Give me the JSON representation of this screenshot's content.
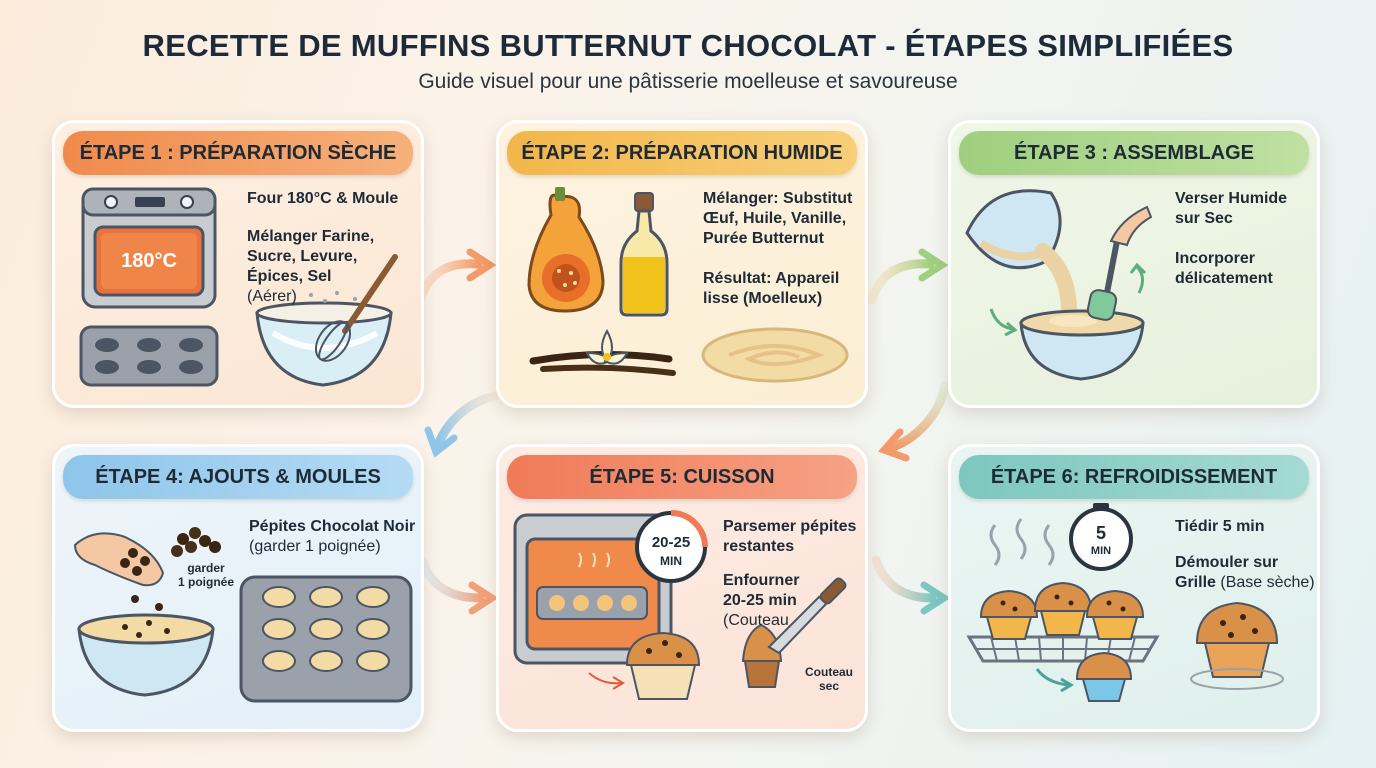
{
  "header": {
    "title": "RECETTE DE MUFFINS BUTTERNUT CHOCOLAT - ÉTAPES SIMPLIFIÉES",
    "subtitle": "Guide visuel pour une pâtisserie moelleuse et savoureuse"
  },
  "colors": {
    "step1": "#f08a4b",
    "step2": "#f2b64a",
    "step3": "#9fcf7e",
    "step4": "#8ec5ea",
    "step5": "#f07a58",
    "step6": "#7cc7bf"
  },
  "steps": [
    {
      "title": "ÉTAPE 1 : PRÉPARATION SÈCHE",
      "line1": "Four 180°C & Moule",
      "line2": "Mélanger Farine,",
      "line3": "Sucre, Levure,",
      "line4": "Épices, Sel",
      "line5": "(Aérer)",
      "oven_temp": "180°C",
      "icons": [
        "oven-icon",
        "muffin-tin-icon",
        "whisk-bowl-icon"
      ]
    },
    {
      "title": "ÉTAPE 2: PRÉPARATION HUMIDE",
      "line1": "Mélanger: Substitut",
      "line2": "Œuf, Huile, Vanille,",
      "line3": "Purée Butternut",
      "line4": "Résultat: Appareil",
      "line5": "lisse (Moelleux)",
      "icons": [
        "butternut-icon",
        "oil-bottle-icon",
        "vanilla-icon",
        "batter-icon"
      ]
    },
    {
      "title": "ÉTAPE 3 : ASSEMBLAGE",
      "line1": "Verser Humide",
      "line2": "sur Sec",
      "line3": "Incorporer",
      "line4": "délicatement",
      "icons": [
        "pouring-bowl-icon",
        "spatula-icon",
        "mixing-bowl-icon"
      ]
    },
    {
      "title": "ÉTAPE 4: AJOUTS & MOULES",
      "line1": "Pépites Chocolat Noir",
      "line2": "(garder 1 poignée)",
      "note1": "garder",
      "note2": "1 poignée",
      "icons": [
        "hand-chocolate-icon",
        "chocolate-chips-icon",
        "batter-bowl-icon",
        "filled-muffin-tin-icon"
      ]
    },
    {
      "title": "ÉTAPE 5: CUISSON",
      "line1": "Parsemer pépites",
      "line2": "restantes",
      "line3": "Enfourner",
      "line4": "20-25 min",
      "line5": "(Couteau",
      "timer": "20-25",
      "timer_unit": "MIN",
      "knife_note1": "Couteau",
      "knife_note2": "sec",
      "icons": [
        "oven-baking-icon",
        "timer-icon",
        "muffin-icon",
        "knife-icon"
      ]
    },
    {
      "title": "ÉTAPE 6: REFROIDISSEMENT",
      "line1": "Tiédir 5 min",
      "line2": "Démouler sur",
      "line3": "Grille",
      "line3b": "(Base sèche)",
      "timer": "5",
      "timer_unit": "MIN",
      "icons": [
        "timer-icon",
        "cooling-rack-icon",
        "muffin-icon"
      ]
    }
  ]
}
